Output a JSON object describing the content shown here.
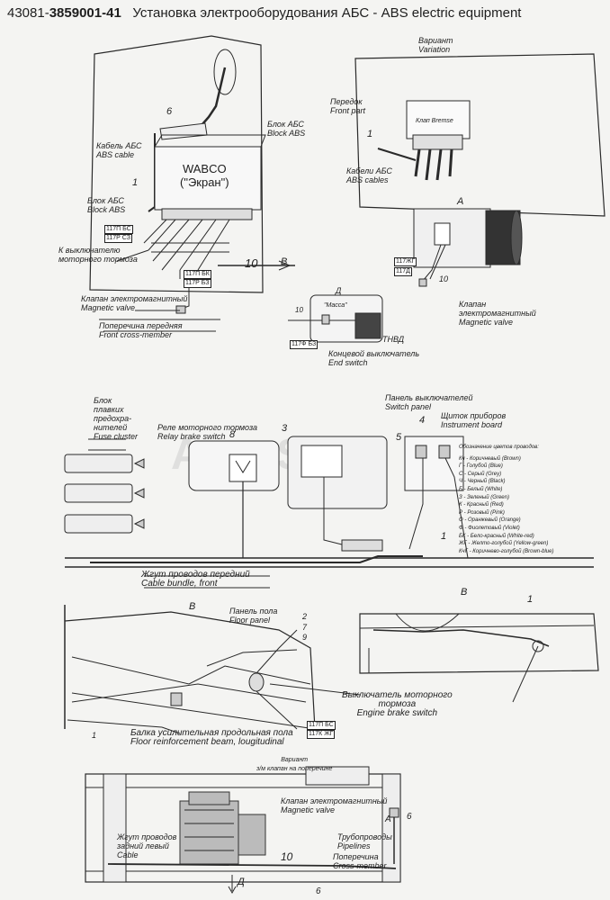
{
  "header": {
    "code_prefix": "43081-",
    "code_bold": "3859001-41",
    "title": "Установка электрооборудования АБС  -  ABS electric equipment"
  },
  "top_left": {
    "cable_ru": "Кабель АБС",
    "cable_en": "ABS cable",
    "block_ru": "Блок АБС",
    "block_en": "Block ABS",
    "block2_ru": "Блок АБС",
    "block2_en": "Block ABS",
    "wabco": "WABCO",
    "screen": "(\"Экран\")",
    "brake_ru1": "К выключателю",
    "brake_ru2": "моторного тормоза",
    "valve_ru": "Клапан электромагнитный",
    "valve_en": "Magnetic valve",
    "cross_ru": "Поперечина передняя",
    "cross_en": "Front cross-member",
    "tag1": "117П",
    "tag1b": "БС",
    "tag2": "117Р",
    "tag2b": "СЗ",
    "tag3": "117П",
    "tag3b": "БК",
    "tag4": "117Р",
    "tag4b": "БЗ",
    "n6": "6",
    "n1": "1",
    "n10": "10",
    "viewB": "B"
  },
  "top_right": {
    "variant_ru": "Вариант",
    "variant_en": "Variation",
    "front_ru": "Передок",
    "front_en": "Front part",
    "clamp": "Клап Bremse",
    "cables_ru": "Кабели АБС",
    "cables_en": "ABS cables",
    "n1": "1",
    "viewA": "A",
    "valve_ru1": "Клапан",
    "valve_ru2": "электромагнитный",
    "valve_en": "Magnetic valve",
    "n10": "10",
    "tagA1": "117ЖГ",
    "tagA2": "117Д"
  },
  "end_switch": {
    "d": "Д",
    "massa": "\"Масса\"",
    "n10": "10",
    "tag": "117Ф",
    "tag2": "БЗ",
    "tnvd": "ТНВД",
    "label_ru": "Концевой выключатель",
    "label_en": "End switch"
  },
  "middle": {
    "fuse_ru1": "Блок",
    "fuse_ru2": "плавких",
    "fuse_ru3": "предохра-",
    "fuse_ru4": "нителей",
    "fuse_en": "Fuse cluster",
    "relay_ru": "Реле моторного тормоза",
    "relay_en": "Relay brake switch",
    "panel_ru": "Панель выключателей",
    "panel_en": "Switch panel",
    "instr_ru": "Щиток приборов",
    "instr_en": "Instrument board",
    "n8": "8",
    "n3": "3",
    "n4": "4",
    "n5": "5",
    "n1": "1",
    "bundle_ru": "Жгут проводов передний",
    "bundle_en": "Cable bundle, front"
  },
  "legend": {
    "title": "Обозначение цветов проводов:",
    "items": [
      "Кч - Коричневый (Brown)",
      "Г - Голубой (Blue)",
      "С - Серый (Grey)",
      "Ч - Черный (Black)",
      "Б - Белый (White)",
      "З - Зеленый (Green)",
      "К - Красный (Red)",
      "Р - Розовый (Pink)",
      "О - Оранжевый (Orange)",
      "Ф - Фиолетовый (Violet)",
      "БК - Бело-красный (White-red)",
      "ЖГ - Желто-голубой (Yellow-green)",
      "КчГ - Коричнево-голубой (Brown-blue)"
    ]
  },
  "lower": {
    "viewB1": "B",
    "viewB2": "B",
    "floor_ru": "Панель пола",
    "floor_en": "Floor panel",
    "n2": "2",
    "n7": "7",
    "n9": "9",
    "n1": "1",
    "n1b": "1",
    "beam_ru": "Балка усилительная продольная пола",
    "beam_en": "Floor reinforcement beam, lougitudinal",
    "tag1": "117П",
    "tag1b": "БС",
    "tag2": "117К",
    "tag2b": "ЖГ",
    "switch_ru1": "Выключатель моторного",
    "switch_ru2": "тормоза",
    "switch_en": "Engine brake switch"
  },
  "bottom": {
    "variant_ru": "Вариант",
    "variant_ru2": "з/м клапан на поперечине",
    "valve_ru": "Клапан электромагнитный",
    "valve_en": "Magnetic valve",
    "harness_ru1": "Жгут проводов",
    "harness_ru2": "задний левый",
    "harness_en": "Cable",
    "pipes_ru": "Трубопроводы",
    "pipes_en": "Pipelines",
    "cross_ru": "Поперечина",
    "cross_en": "Cross-member",
    "nA": "A",
    "n6": "6",
    "n10": "10",
    "n6b": "6",
    "d": "Д"
  }
}
